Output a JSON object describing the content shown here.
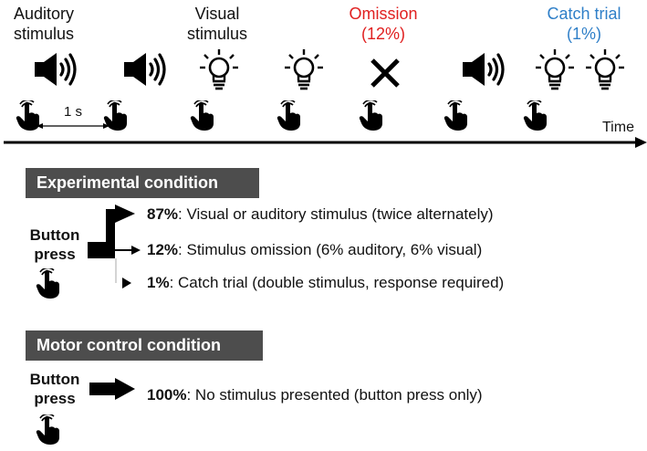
{
  "timeline": {
    "auditory_label": [
      "Auditory",
      "stimulus"
    ],
    "visual_label": [
      "Visual",
      "stimulus"
    ],
    "omission_label": [
      "Omission",
      "(12%)"
    ],
    "catch_label": [
      "Catch trial",
      "(1%)"
    ],
    "interval_label": "1 s",
    "time_label": "Time",
    "colors": {
      "omission": "#e02020",
      "catch": "#2f7fc8"
    }
  },
  "experimental": {
    "header": "Experimental condition",
    "button_press": [
      "Button",
      "press"
    ],
    "options": [
      {
        "percent": "87%",
        "text": ": Visual or auditory stimulus (twice alternately)"
      },
      {
        "percent": "12%",
        "text": ": Stimulus omission (6% auditory, 6% visual)"
      },
      {
        "percent": "1%",
        "text": ": Catch trial (double stimulus, response required)"
      }
    ]
  },
  "motor": {
    "header": "Motor control condition",
    "button_press": [
      "Button",
      "press"
    ],
    "option": {
      "percent": "100%",
      "text": ": No stimulus presented (button press only)"
    }
  }
}
